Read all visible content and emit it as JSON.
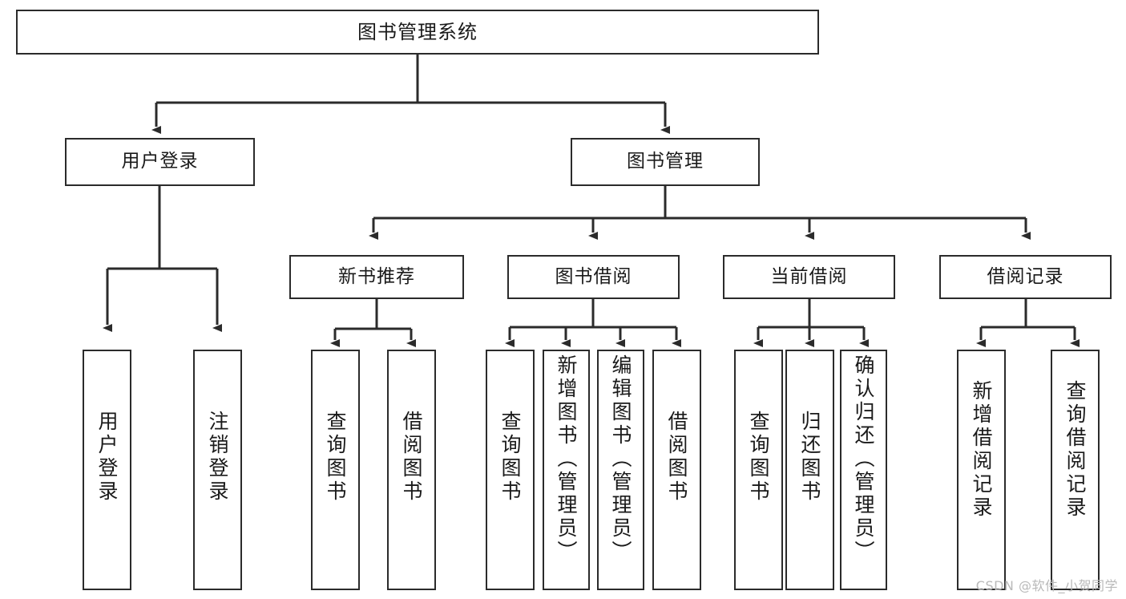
{
  "diagram": {
    "title": "图书管理系统",
    "type": "tree-hierarchy-chart",
    "watermark": "CSDN @软件_小贺同学",
    "colors": {
      "box_border": "#2b2b2b",
      "box_fill": "#ffffff",
      "connector": "#2b2b2b",
      "text": "#1a1a1a",
      "watermark": "#b9b9b9",
      "background": "#ffffff"
    },
    "nodes": {
      "root": {
        "label": "图书管理系统"
      },
      "level1": [
        {
          "id": "user-login",
          "label": "用户登录"
        },
        {
          "id": "book-manage",
          "label": "图书管理"
        }
      ],
      "level2": [
        {
          "id": "new-book-recommend",
          "label": "新书推荐"
        },
        {
          "id": "book-borrow",
          "label": "图书借阅"
        },
        {
          "id": "current-borrow",
          "label": "当前借阅"
        },
        {
          "id": "borrow-record",
          "label": "借阅记录"
        }
      ],
      "leaves": {
        "user-login": [
          {
            "id": "leaf-user-login",
            "label": "用户登录"
          },
          {
            "id": "leaf-logout-login",
            "label": "注销登录"
          }
        ],
        "new-book-recommend": [
          {
            "id": "leaf-query-book-1",
            "label": "查询图书"
          },
          {
            "id": "leaf-borrow-book-1",
            "label": "借阅图书"
          }
        ],
        "book-borrow": [
          {
            "id": "leaf-query-book-2",
            "label": "查询图书"
          },
          {
            "id": "leaf-add-book",
            "label": "新增图书（管理员）"
          },
          {
            "id": "leaf-edit-book",
            "label": "编辑图书（管理员）"
          },
          {
            "id": "leaf-borrow-book-2",
            "label": "借阅图书"
          }
        ],
        "current-borrow": [
          {
            "id": "leaf-query-book-3",
            "label": "查询图书"
          },
          {
            "id": "leaf-return-book",
            "label": "归还图书"
          },
          {
            "id": "leaf-confirm-return",
            "label": "确认归还（管理员）"
          }
        ],
        "borrow-record": [
          {
            "id": "leaf-add-borrow-record",
            "label": "新增借阅记录"
          },
          {
            "id": "leaf-query-borrow-record",
            "label": "查询借阅记录"
          }
        ]
      }
    }
  }
}
